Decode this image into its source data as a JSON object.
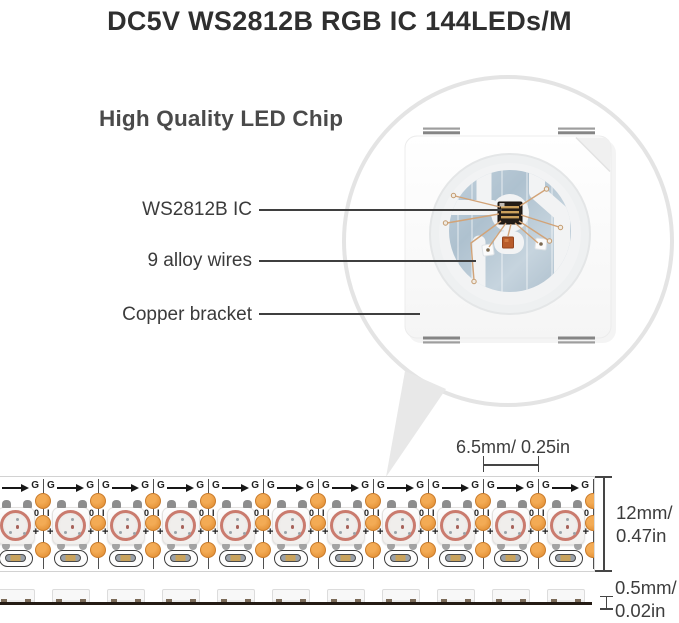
{
  "title": "DC5V WS2812B RGB IC 144LEDs/M",
  "magnifier": {
    "heading": "High Quality LED Chip",
    "callouts": [
      {
        "label": "WS2812B IC"
      },
      {
        "label": "9 alloy wires"
      },
      {
        "label": "Copper bracket"
      }
    ]
  },
  "strip": {
    "pad_labels": {
      "ground": [
        "G",
        "G"
      ],
      "data": [
        "0",
        "I"
      ],
      "power": [
        "+",
        "+"
      ]
    }
  },
  "dimensions": {
    "led_pitch": "6.5mm/ 0.25in",
    "strip_width": [
      "12mm/",
      "0.47in"
    ],
    "strip_thickness": [
      "0.5mm/",
      "0.02in"
    ]
  },
  "colors": {
    "pad_orange": "#E8983E",
    "pad_orange_edge": "#C97B2B",
    "lens_ring_pink": "#CA7B6E",
    "metal_silver_blue": "#AFC2D0",
    "copper_wire": "#C89B6F",
    "ic_black": "#241D17",
    "die_orange": "#B85C2B",
    "pcb_dark": "#241B14",
    "magnifier_gray": "#E4E4E4",
    "text_dark": "#3B3B3B"
  }
}
